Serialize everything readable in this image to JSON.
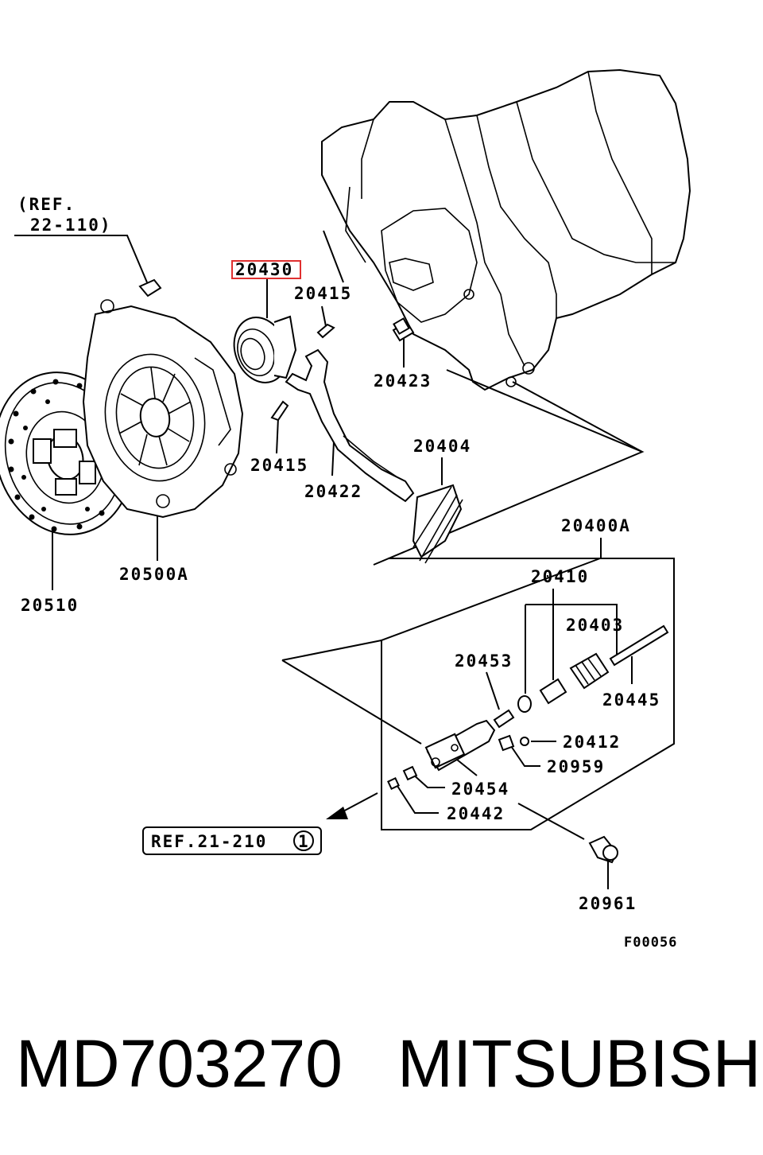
{
  "ref_top_line1": "(REF.",
  "ref_top_line2": "22-110)",
  "ref_bottom": "REF.21-210",
  "ref_bottom_circle": "1",
  "highlight_color": "#e03030",
  "parts": {
    "p20430": "20430",
    "p20415a": "20415",
    "p20415b": "20415",
    "p20423": "20423",
    "p20422": "20422",
    "p20404": "20404",
    "p20400A": "20400A",
    "p20410": "20410",
    "p20403": "20403",
    "p20453": "20453",
    "p20445": "20445",
    "p20412": "20412",
    "p20959": "20959",
    "p20454": "20454",
    "p20442": "20442",
    "p20961": "20961",
    "p20500A": "20500A",
    "p20510": "20510"
  },
  "figure_code": "F00056",
  "footer": {
    "part_number": "MD703270",
    "brand": "MITSUBISHI"
  }
}
